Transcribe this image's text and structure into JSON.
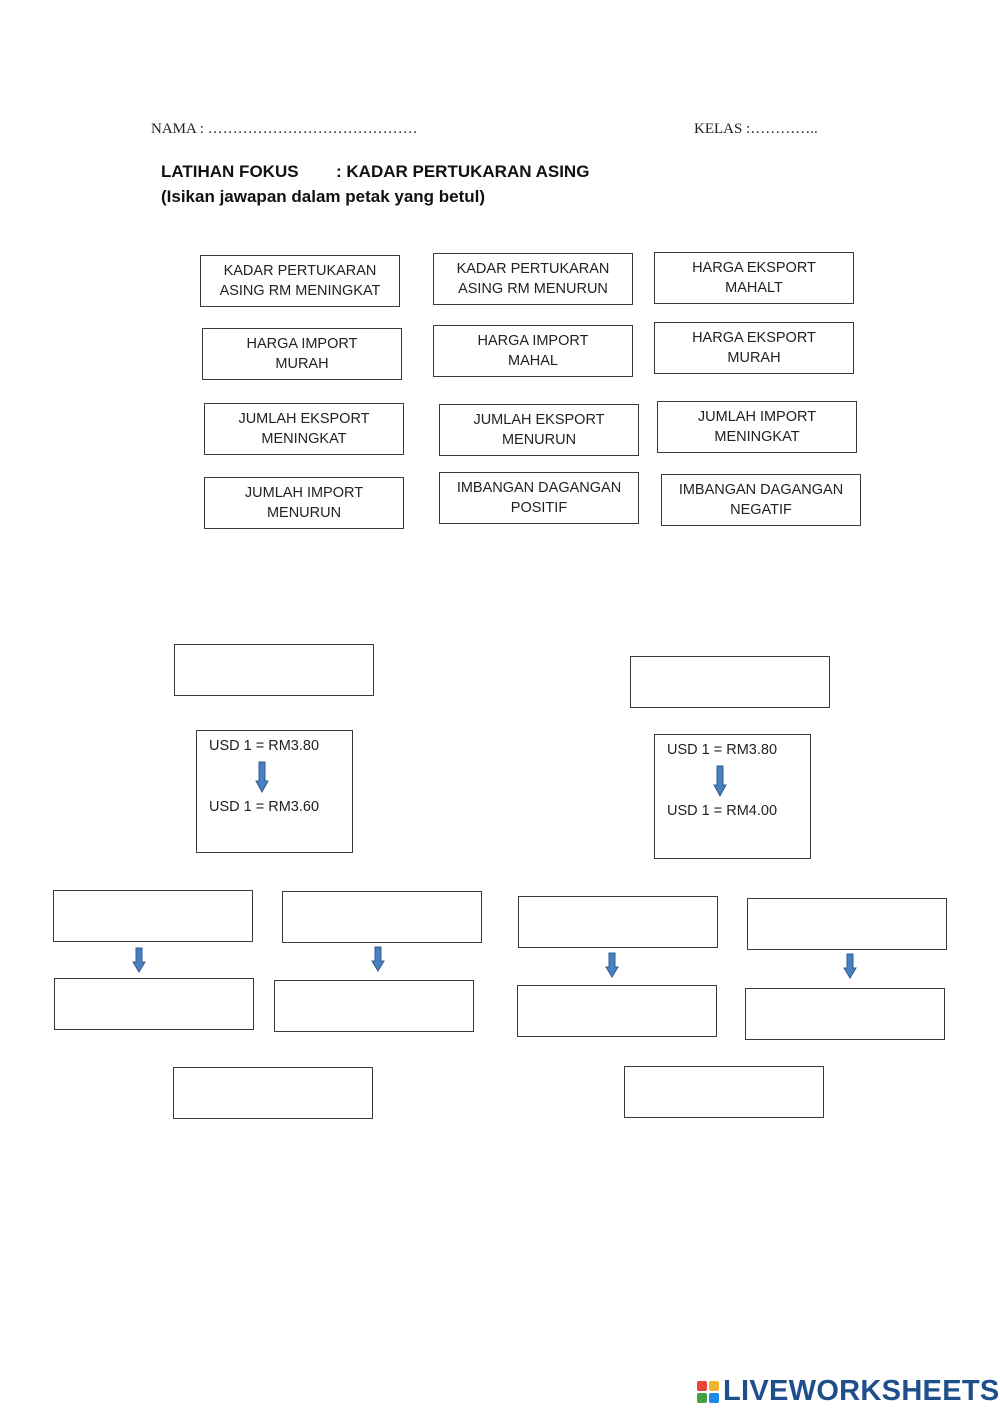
{
  "header": {
    "name_label": "NAMA : ……………………………………",
    "class_label": "KELAS :…………..",
    "title_left": "LATIHAN FOKUS",
    "title_right": ": KADAR PERTUKARAN ASING",
    "instruction": "(Isikan jawapan dalam petak yang betul)"
  },
  "cards": [
    "KADAR PERTUKARAN\nASING RM MENINGKAT",
    "KADAR PERTUKARAN\nASING RM MENURUN",
    "HARGA EKSPORT\nMAHALT",
    "HARGA IMPORT\nMURAH",
    "HARGA IMPORT\nMAHAL",
    "HARGA EKSPORT\nMURAH",
    "JUMLAH EKSPORT\nMENINGKAT",
    "JUMLAH EKSPORT\nMENURUN",
    "JUMLAH IMPORT\nMENINGKAT",
    "JUMLAH IMPORT\nMENURUN",
    "IMBANGAN DAGANGAN\nPOSITIF",
    "IMBANGAN DAGANGAN\nNEGATIF"
  ],
  "rates": {
    "left": {
      "from": "USD 1 = RM3.80",
      "to": "USD 1 = RM3.60"
    },
    "right": {
      "from": "USD 1 = RM3.80",
      "to": "USD 1 = RM4.00"
    }
  },
  "colors": {
    "arrow": "#4a7fc0",
    "arrow_stroke": "#2f5d93",
    "brand": "#1e4f8a"
  },
  "logo": {
    "text": "LIVEWORKSHEETS"
  }
}
